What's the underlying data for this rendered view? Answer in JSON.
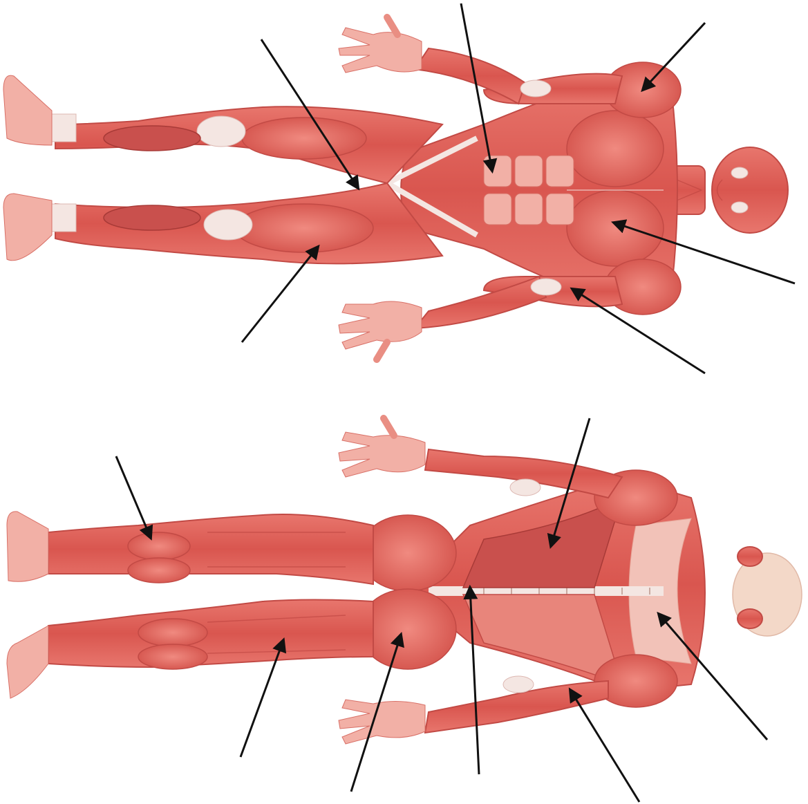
{
  "figure": {
    "views": [
      {
        "name": "anterior-view",
        "orientation": "rotated-90",
        "description_label": ""
      },
      {
        "name": "posterior-view",
        "orientation": "rotated-90",
        "description_label": ""
      }
    ],
    "labels_blank": true,
    "colors": {
      "background": "#ffffff",
      "muscle": "#e0625b",
      "muscle_dark": "#c9504d",
      "tendon": "#f4e6e2",
      "arrow": "#111111"
    }
  }
}
